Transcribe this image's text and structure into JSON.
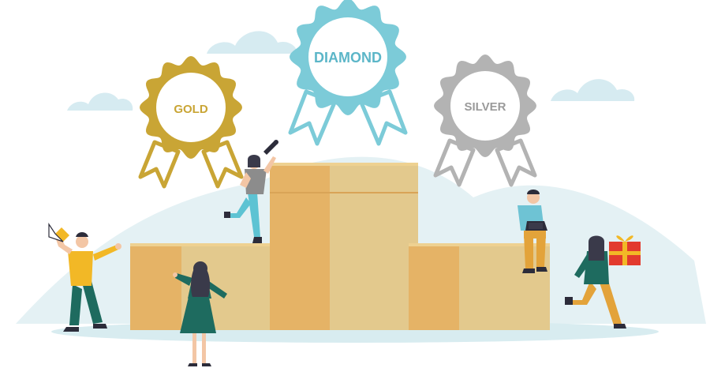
{
  "badges": {
    "gold": {
      "label": "GOLD",
      "color": "#c9a535",
      "text_color": "#c9a535"
    },
    "diamond": {
      "label": "DIAMOND",
      "color": "#7ccbd8",
      "text_color": "#5cb6c8"
    },
    "silver": {
      "label": "SILVER",
      "color": "#b3b3b3",
      "text_color": "#9a9a9a"
    }
  },
  "colors": {
    "box_front": "#e5b366",
    "box_side": "#e3c98d",
    "box_top": "#eed191",
    "hill": "#e4f1f4",
    "cloud": "#d6ebf1",
    "ground": "#d8ecf0"
  },
  "icons": [
    "megaphone-icon",
    "telescope-icon",
    "laptop-icon",
    "gift-icon"
  ]
}
